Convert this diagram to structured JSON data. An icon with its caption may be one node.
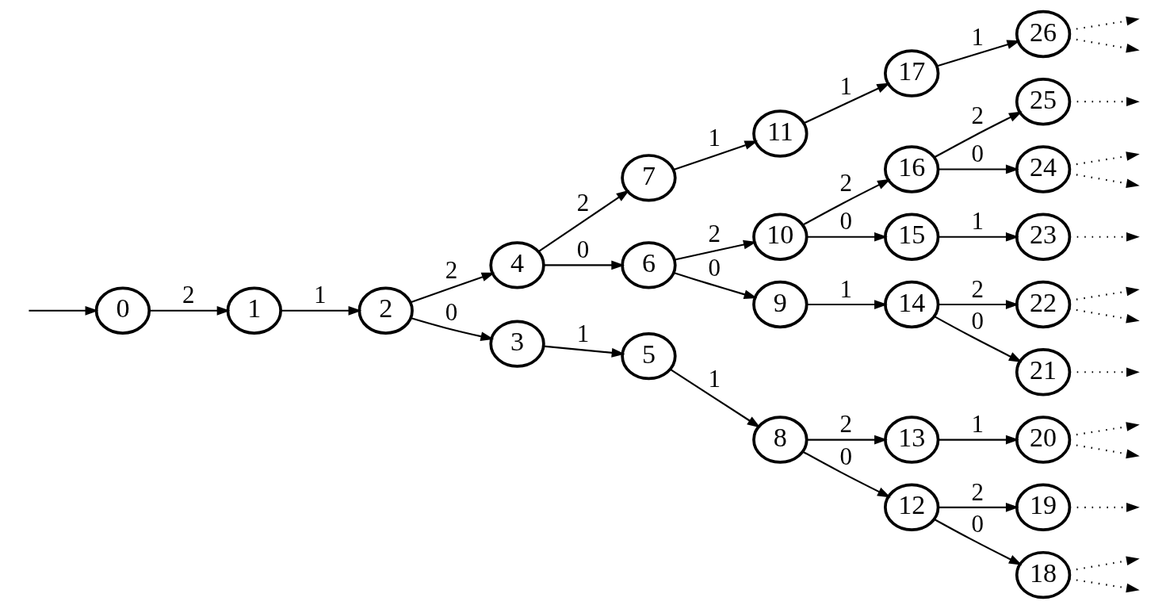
{
  "diagram": {
    "nodes": [
      {
        "text": [
          "0"
        ]
      },
      {
        "text": [
          "1"
        ]
      },
      {
        "text": [
          "2"
        ]
      },
      {
        "text": [
          "3"
        ]
      },
      {
        "text": [
          "4"
        ]
      },
      {
        "text": [
          "5"
        ]
      },
      {
        "text": [
          "6"
        ]
      },
      {
        "text": [
          "7"
        ]
      },
      {
        "text": [
          "8"
        ]
      },
      {
        "text": [
          "9"
        ]
      },
      {
        "text": [
          "10"
        ]
      },
      {
        "text": [
          "11"
        ]
      },
      {
        "text": [
          "12"
        ]
      },
      {
        "text": [
          "13"
        ]
      },
      {
        "text": [
          "14"
        ]
      },
      {
        "text": [
          "15"
        ]
      },
      {
        "text": [
          "16"
        ]
      },
      {
        "text": [
          "17"
        ]
      },
      {
        "text": [
          "18"
        ]
      },
      {
        "text": [
          "19"
        ]
      },
      {
        "text": [
          "20"
        ]
      },
      {
        "text": [
          "21"
        ]
      },
      {
        "text": [
          "22"
        ]
      },
      {
        "text": [
          "23"
        ]
      },
      {
        "text": [
          "24"
        ]
      },
      {
        "text": [
          "25"
        ]
      },
      {
        "text": [
          "26"
        ]
      }
    ],
    "edges": [
      {
        "from": null,
        "to": 0,
        "arrow": "to"
      },
      {
        "from": 0,
        "to": 1,
        "label": "2",
        "arrow": "to"
      },
      {
        "from": 1,
        "to": 2,
        "label": "1",
        "arrow": "to"
      },
      {
        "from": 2,
        "to": 4,
        "label": "2",
        "arrow": "to"
      },
      {
        "from": 2,
        "to": 3,
        "label": "0",
        "arrow": "to"
      },
      {
        "from": 4,
        "to": 7,
        "label": "2",
        "arrow": "to"
      },
      {
        "from": 4,
        "to": 6,
        "label": "0",
        "arrow": "to"
      },
      {
        "from": 3,
        "to": 5,
        "label": "1",
        "arrow": "to"
      },
      {
        "from": 7,
        "to": 11,
        "label": "1",
        "arrow": "to"
      },
      {
        "from": 6,
        "to": 10,
        "label": "2",
        "arrow": "to"
      },
      {
        "from": 6,
        "to": 9,
        "label": "0",
        "arrow": "to"
      },
      {
        "from": 5,
        "to": 8,
        "label": "1",
        "arrow": "to"
      },
      {
        "from": 11,
        "to": 17,
        "label": "1",
        "arrow": "to"
      },
      {
        "from": 10,
        "to": 16,
        "label": "2",
        "arrow": "to"
      },
      {
        "from": 10,
        "to": 15,
        "label": "0",
        "arrow": "to"
      },
      {
        "from": 9,
        "to": 14,
        "label": "1",
        "arrow": "to"
      },
      {
        "from": 8,
        "to": 13,
        "label": "2",
        "arrow": "to"
      },
      {
        "from": 8,
        "to": 12,
        "label": "0",
        "arrow": "to"
      },
      {
        "from": 17,
        "to": 26,
        "label": "1",
        "arrow": "to"
      },
      {
        "from": 16,
        "to": 25,
        "label": "2",
        "arrow": "to"
      },
      {
        "from": 16,
        "to": 24,
        "label": "0",
        "arrow": "to"
      },
      {
        "from": 15,
        "to": 23,
        "label": "1",
        "arrow": "to"
      },
      {
        "from": 14,
        "to": 22,
        "label": "2",
        "arrow": "to"
      },
      {
        "from": 14,
        "to": 21,
        "label": "0",
        "arrow": "to"
      },
      {
        "from": 13,
        "to": 20,
        "label": "1",
        "arrow": "to"
      },
      {
        "from": 12,
        "to": 19,
        "label": "2",
        "arrow": "to"
      },
      {
        "from": 12,
        "to": 18,
        "label": "0",
        "arrow": "to"
      },
      {
        "from": 26,
        "to": null,
        "arrow": "to",
        "style": "dashed"
      },
      {
        "from": 26,
        "to": null,
        "arrow": "to",
        "style": "dashed"
      },
      {
        "from": 25,
        "to": null,
        "arrow": "to",
        "style": "dashed"
      },
      {
        "from": 24,
        "to": null,
        "arrow": "to",
        "style": "dashed"
      },
      {
        "from": 24,
        "to": null,
        "arrow": "to",
        "style": "dashed"
      },
      {
        "from": 23,
        "to": null,
        "arrow": "to",
        "style": "dashed"
      },
      {
        "from": 22,
        "to": null,
        "arrow": "to",
        "style": "dashed"
      },
      {
        "from": 22,
        "to": null,
        "arrow": "to",
        "style": "dashed"
      },
      {
        "from": 21,
        "to": null,
        "arrow": "to",
        "style": "dashed"
      },
      {
        "from": 20,
        "to": null,
        "arrow": "to",
        "style": "dashed"
      },
      {
        "from": 20,
        "to": null,
        "arrow": "to",
        "style": "dashed"
      },
      {
        "from": 19,
        "to": null,
        "arrow": "to",
        "style": "dashed"
      },
      {
        "from": 18,
        "to": null,
        "arrow": "to",
        "style": "dashed"
      },
      {
        "from": 18,
        "to": null,
        "arrow": "to",
        "style": "dashed"
      }
    ]
  }
}
